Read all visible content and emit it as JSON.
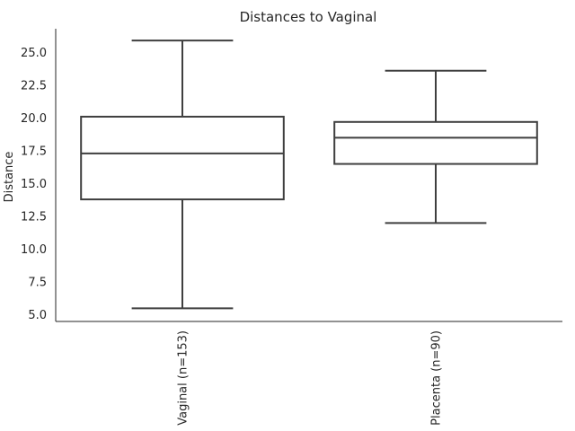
{
  "chart_data": {
    "type": "box",
    "title": "Distances to Vaginal",
    "xlabel": "",
    "ylabel": "Distance",
    "ylim": [
      4.5,
      26.8
    ],
    "yticks": [
      5.0,
      7.5,
      10.0,
      12.5,
      15.0,
      17.5,
      20.0,
      22.5,
      25.0
    ],
    "ytick_labels": [
      "5.0",
      "7.5",
      "10.0",
      "12.5",
      "15.0",
      "17.5",
      "20.0",
      "22.5",
      "25.0"
    ],
    "grid": false,
    "categories": [
      "Vaginal (n=153)",
      "Placenta (n=90)"
    ],
    "boxes": [
      {
        "whisker_low": 5.5,
        "q1": 13.8,
        "median": 17.3,
        "q3": 20.1,
        "whisker_high": 25.9
      },
      {
        "whisker_low": 12.0,
        "q1": 16.5,
        "median": 18.5,
        "q3": 19.7,
        "whisker_high": 23.6
      }
    ],
    "colors": {
      "stroke": "#3f3f3f",
      "fill": "#ffffff",
      "text": "#262626",
      "axis": "#262626"
    }
  }
}
